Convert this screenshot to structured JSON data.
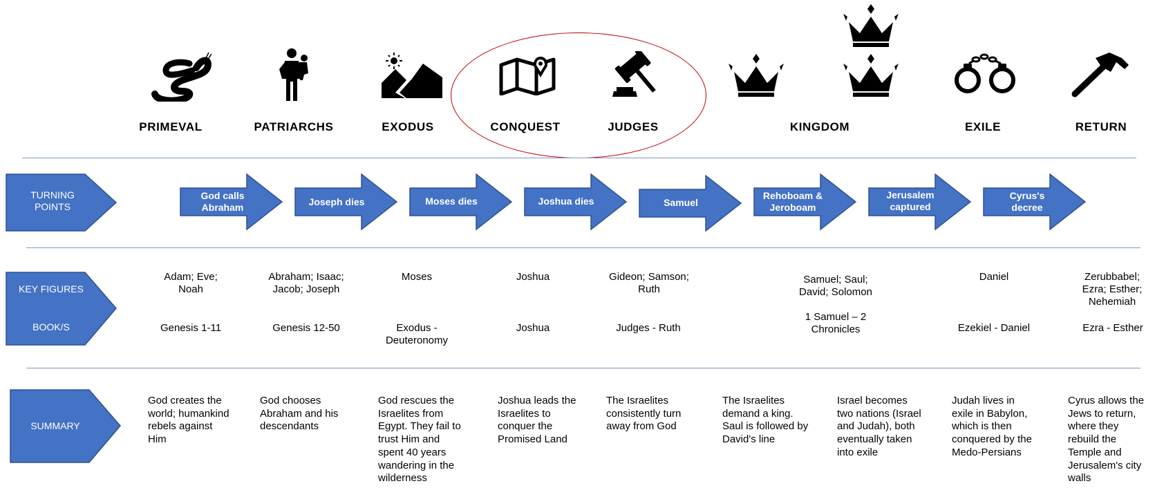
{
  "eras": [
    {
      "label": "PRIMEVAL",
      "icon": "snake-icon"
    },
    {
      "label": "PATRIARCHS",
      "icon": "father-child-icon"
    },
    {
      "label": "EXODUS",
      "icon": "mountains-sun-icon"
    },
    {
      "label": "CONQUEST",
      "icon": "map-pin-icon"
    },
    {
      "label": "JUDGES",
      "icon": "gavel-icon"
    },
    {
      "label": "KINGDOM",
      "icon": "crown-icon"
    },
    {
      "label": "EXILE",
      "icon": "handcuffs-icon"
    },
    {
      "label": "RETURN",
      "icon": "hammer-icon"
    }
  ],
  "rows": {
    "turning_points": "TURNING POINTS",
    "key_figures": "KEY FIGURES",
    "books": "BOOK/S",
    "summary": "SUMMARY"
  },
  "turning_points": [
    "God calls Abraham",
    "Joseph dies",
    "Moses dies",
    "Joshua dies",
    "Samuel",
    "Rehoboam & Jeroboam",
    "Jerusalem captured",
    "Cyrus's decree"
  ],
  "key_figures": [
    "Adam; Eve; Noah",
    "Abraham; Isaac; Jacob; Joseph",
    "Moses",
    "Joshua",
    "Gideon; Samson; Ruth",
    "Samuel; Saul; David; Solomon",
    "Daniel",
    "Zerubbabel; Ezra; Esther; Nehemiah"
  ],
  "books": [
    "Genesis 1-11",
    "Genesis 12-50",
    "Exodus - Deuteronomy",
    "Joshua",
    "Judges - Ruth",
    "1 Samuel – 2 Chronicles",
    "Ezekiel - Daniel",
    "Ezra - Esther"
  ],
  "summaries": [
    "God creates the world; humankind rebels against Him",
    "God chooses Abraham and his descendants",
    "God rescues the Israelites from Egypt. They fail to trust Him and spent 40 years wandering in the wilderness",
    "Joshua leads the Israelites to conquer the Promised Land",
    "The Israelites consistently turn away from God",
    "The Israelites demand a king. Saul is followed by David's line",
    "Israel becomes two nations (Israel and Judah), both eventually taken into exile",
    "Judah lives in exile in Babylon, which is then conquered by the Medo-Persians",
    "Cyrus allows the Jews to return, where they rebuild the Temple and Jerusalem's city walls"
  ],
  "colors": {
    "shape_fill": "#4472c4",
    "shape_stroke": "#2f528f",
    "divider": "#7f97c4",
    "highlight": "#c00000",
    "icon": "#000000"
  }
}
